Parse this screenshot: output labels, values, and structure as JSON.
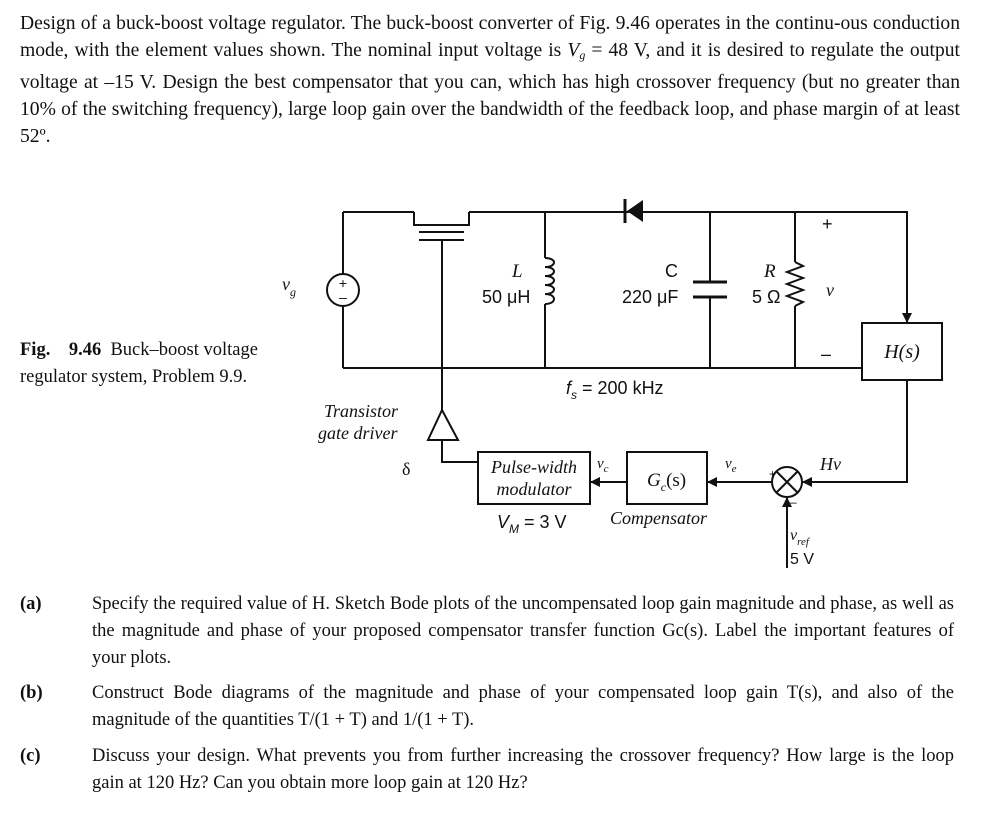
{
  "problem": {
    "p1": "Design of a buck-boost voltage regulator. The buck-boost converter of Fig. 9.46 operates in the continu-ous conduction mode, with the element values shown. The nominal input voltage is ",
    "vg_symbol": "V",
    "vg_sub": "g",
    "p2": " = 48 V, and it is desired to regulate the output voltage at –15 V. Design the best compensator that you can, which has high crossover frequency (but no greater than  10% of the switching frequency), large loop gain over the bandwidth of the feedback loop, and phase margin of at least 52º."
  },
  "caption": {
    "fig": "Fig.",
    "num": "9.46",
    "text": "Buck–boost voltage regulator system, Problem 9.9."
  },
  "circuit": {
    "vg_label": "v",
    "vg_sub": "g",
    "L_label": "L",
    "L_value": "50 μH",
    "C_label": "C",
    "C_value": "220 μF",
    "R_label": "R",
    "R_value": "5 Ω",
    "plus": "+",
    "minus": "–",
    "v_label": "v",
    "H_block": "H(s)",
    "fs_label": "f",
    "fs_sub": "s",
    "fs_value": " = 200 kHz",
    "gate_driver_1": "Transistor",
    "gate_driver_2": "gate driver",
    "delta": "δ",
    "pwm_1": "Pulse-width",
    "pwm_2": "modulator",
    "vc_label": "v",
    "vc_sub": "c",
    "gc_block": "G",
    "gc_sub": "c",
    "gc_tail": "(s)",
    "ve_label": "v",
    "ve_sub": "e",
    "hv_label": "Hv",
    "vm_label": "V",
    "vm_sub": "M",
    "vm_value": " = 3 V",
    "compensator": "Compensator",
    "vref_label": "v",
    "vref_sub": "ref",
    "vref_value": "5 V",
    "sum_plus": "+",
    "sum_minus": "–"
  },
  "parts": [
    {
      "label": "(a)",
      "text": "Specify the required value of H. Sketch Bode plots of the uncompensated loop gain magnitude and phase, as well as the magnitude and phase of your proposed compensator transfer function Gc(s). Label the important features of your plots."
    },
    {
      "label": "(b)",
      "text": "Construct Bode diagrams of the magnitude and phase of your compensated loop gain T(s), and also of the magnitude of the quantities T/(1 + T) and 1/(1 + T)."
    },
    {
      "label": "(c)",
      "text": "Discuss your design. What prevents you from further increasing the crossover frequency? How large is the loop gain at 120 Hz? Can you obtain more loop gain at 120 Hz?"
    }
  ]
}
